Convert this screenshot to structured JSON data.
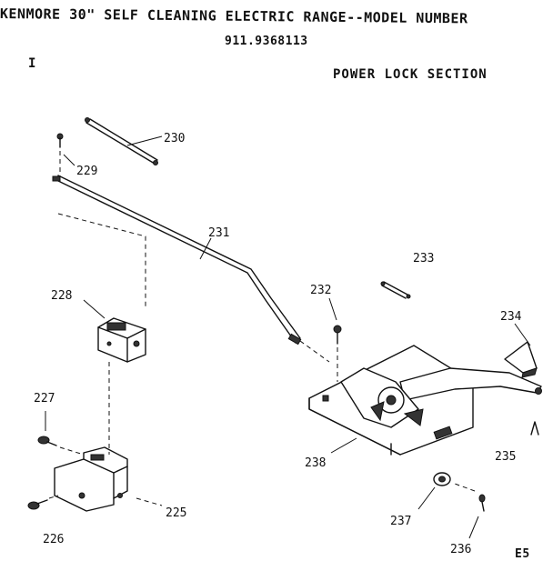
{
  "header": {
    "title": "KENMORE 30\" SELF CLEANING ELECTRIC RANGE--MODEL NUMBER",
    "model_number": "911.9368113",
    "page_mark": "I",
    "section_title": "POWER LOCK SECTION"
  },
  "footer": {
    "page_code": "E5"
  },
  "parts": [
    {
      "id": "part-230",
      "label": "230",
      "icon": "rod-spring-icon"
    },
    {
      "id": "part-229",
      "label": "229",
      "icon": "screw-icon"
    },
    {
      "id": "part-231",
      "label": "231",
      "icon": "lock-rod-icon"
    },
    {
      "id": "part-228",
      "label": "228",
      "icon": "solenoid-icon"
    },
    {
      "id": "part-227",
      "label": "227",
      "icon": "screw-icon"
    },
    {
      "id": "part-226",
      "label": "226",
      "icon": "screw-icon"
    },
    {
      "id": "part-225",
      "label": "225",
      "icon": "bracket-icon"
    },
    {
      "id": "part-232",
      "label": "232",
      "icon": "screw-icon"
    },
    {
      "id": "part-233",
      "label": "233",
      "icon": "spring-icon"
    },
    {
      "id": "part-234",
      "label": "234",
      "icon": "knob-icon"
    },
    {
      "id": "part-235",
      "label": "235",
      "icon": "clip-icon"
    },
    {
      "id": "part-238",
      "label": "238",
      "icon": "lock-assembly-icon"
    },
    {
      "id": "part-237",
      "label": "237",
      "icon": "washer-icon"
    },
    {
      "id": "part-236",
      "label": "236",
      "icon": "screw-icon"
    }
  ]
}
